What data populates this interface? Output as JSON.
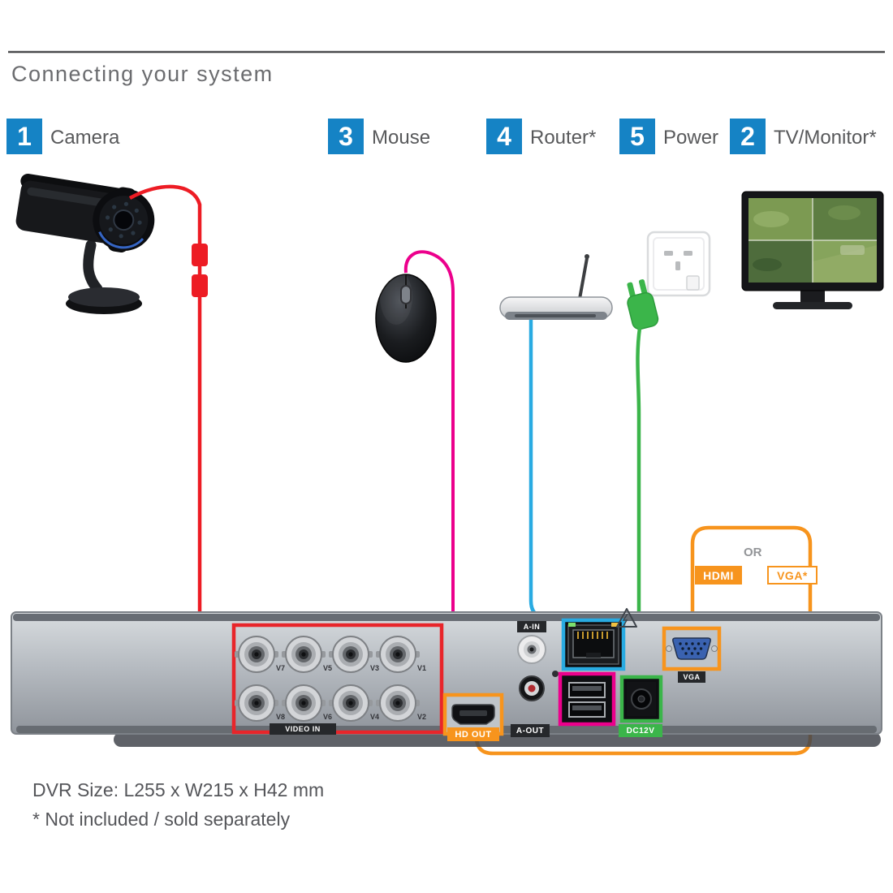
{
  "title": "Connecting your system",
  "steps": [
    {
      "num": "1",
      "label": "Camera"
    },
    {
      "num": "3",
      "label": "Mouse"
    },
    {
      "num": "4",
      "label": "Router*"
    },
    {
      "num": "5",
      "label": "Power"
    },
    {
      "num": "2",
      "label": "TV/Monitor*"
    }
  ],
  "connection": {
    "hdmi": "HDMI",
    "or": "OR",
    "vga": "VGA*"
  },
  "dvr": {
    "video_in": "VIDEO IN",
    "bnc_labels": [
      "V7",
      "V5",
      "V3",
      "V1",
      "V8",
      "V6",
      "V4",
      "V2"
    ],
    "hd_out": "HD OUT",
    "a_in": "A-IN",
    "a_out": "A-OUT",
    "dc12v": "DC12V",
    "vga": "VGA"
  },
  "footer": {
    "dvr_size": "DVR Size: L255 x W215 x H42 mm",
    "note": "* Not included / sold separately"
  },
  "colors": {
    "badge_blue": "#1583c5",
    "camera_cable_red": "#ed1c24",
    "mouse_cable_magenta": "#ec008c",
    "router_cable_blue": "#29abe2",
    "power_cable_green": "#3bb54a",
    "video_cable_orange": "#f7941d",
    "panel_gray": "#aeb3b9",
    "text_gray": "#58595b"
  }
}
